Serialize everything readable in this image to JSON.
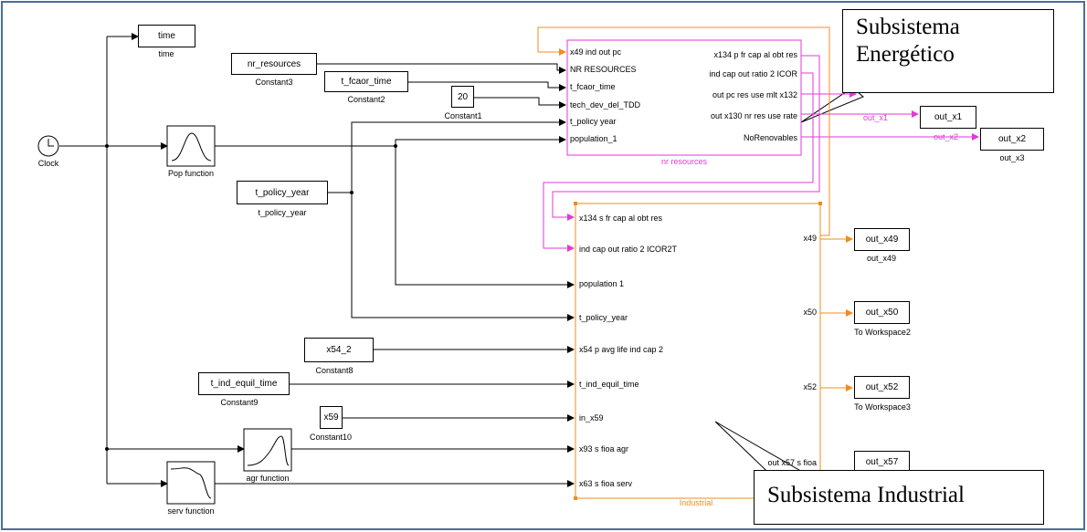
{
  "colors": {
    "wire": "#000000",
    "nr_subsystem": "#e23ad6",
    "industrial_subsystem": "#f08c1e"
  },
  "blocks": {
    "time": {
      "label": "time",
      "caption": "time"
    },
    "nr_resources": {
      "label": "nr_resources",
      "caption": "Constant3"
    },
    "t_fcaor_time": {
      "label": "t_fcaor_time",
      "caption": "Constant2"
    },
    "c20": {
      "label": "20",
      "caption": "Constant1"
    },
    "clock": {
      "caption": "Clock"
    },
    "pop_function": {
      "caption": "Pop function"
    },
    "t_policy_year": {
      "label": "t_policy_year",
      "caption": "t_policy_year"
    },
    "x54_2": {
      "label": "x54_2",
      "caption": "Constant8"
    },
    "t_ind_equil_time": {
      "label": "t_ind_equil_time",
      "caption": "Constant9"
    },
    "x59": {
      "label": "x59",
      "caption": "Constant10"
    },
    "agr_function": {
      "caption": "agr function"
    },
    "serv_function": {
      "caption": "serv function"
    }
  },
  "nr_subsystem": {
    "name": "nr resources",
    "inputs": [
      "x49 ind out pc",
      "NR RESOURCES",
      "t_fcaor_time",
      "tech_dev_del_TDD",
      "t_policy year",
      "population_1"
    ],
    "outputs": [
      "x134 p fr cap al obt res",
      "ind cap out ratio 2 ICOR",
      "out pc res use mlt x132",
      "out x130 nr res use rate",
      "NoRenovables"
    ]
  },
  "industrial_subsystem": {
    "name": "Industrial",
    "inputs": [
      "x134 s fr cap al obt res",
      "ind cap out ratio 2 ICOR2T",
      "population 1",
      "t_policy_year",
      "x54 p avg life ind cap 2",
      "t_ind_equil_time",
      "in_x59",
      "x93 s fioa agr",
      "x63 s fioa serv"
    ],
    "outputs": [
      "x49",
      "x50",
      "x52",
      "out x57 s fioa"
    ]
  },
  "workspace": {
    "out_x1": {
      "label": "out_x1",
      "signal": "out_x1"
    },
    "out_x2": {
      "label": "out_x2",
      "signal": "out_x2",
      "caption": "out_x3"
    },
    "out_x49": {
      "label": "out_x49",
      "caption": "out_x49"
    },
    "out_x50": {
      "label": "out_x50",
      "caption": "To Workspace2"
    },
    "out_x52": {
      "label": "out_x52",
      "caption": "To Workspace3"
    },
    "out_x57": {
      "label": "out_x57"
    }
  },
  "callouts": {
    "energy": "Subsistema\nEnergético",
    "industrial": "Subsistema Industrial"
  }
}
